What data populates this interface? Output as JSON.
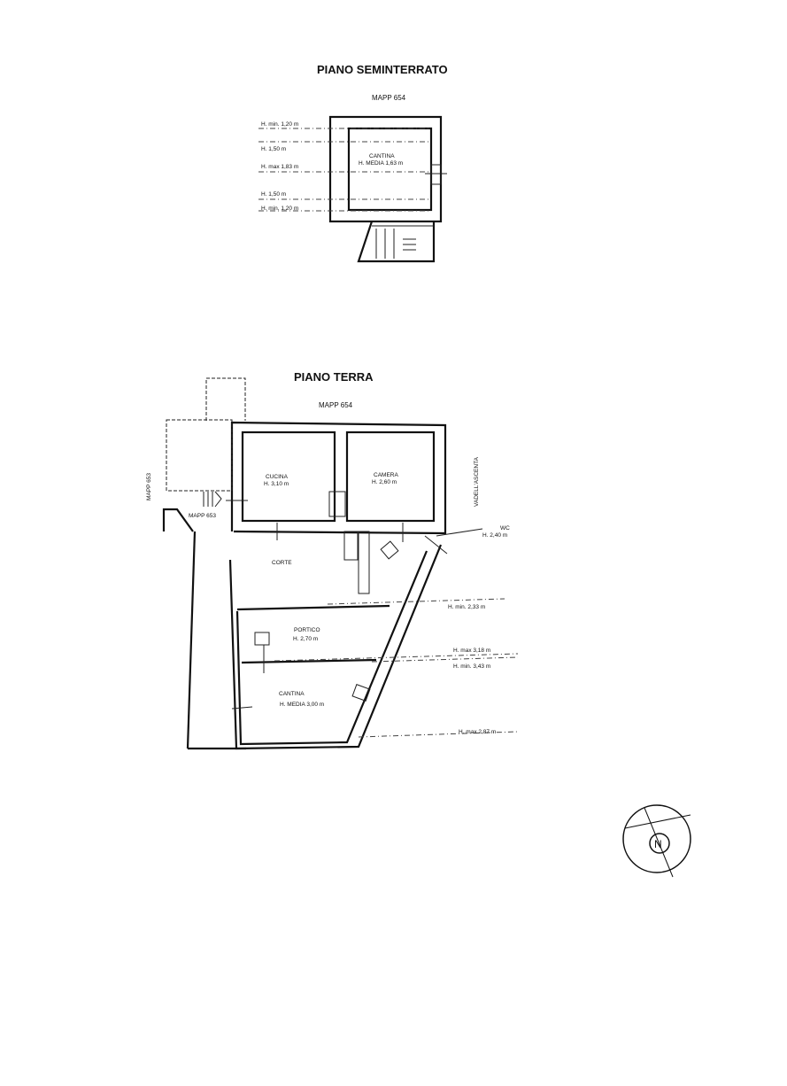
{
  "seminterrato": {
    "title": "PIANO SEMINTERRATO",
    "mapp": "MAPP 654",
    "room": "CANTINA",
    "room_height": "H. MEDIA 1,63 m",
    "levels": [
      "H. min. 1,20 m",
      "H. 1,50 m",
      "H. max 1,83 m",
      "H. 1,50 m",
      "H. min. 1,20 m"
    ]
  },
  "terra": {
    "title": "PIANO TERRA",
    "mapp_top": "MAPP 654",
    "mapp_left": "MAPP 653",
    "mapp_inner": "MAPP 653",
    "street": "VADELL'ASCENTA",
    "rooms": [
      {
        "name": "CUCINA",
        "height": "H. 3,10 m"
      },
      {
        "name": "CAMERA",
        "height": "H. 2,60 m"
      },
      {
        "name": "WC",
        "height": "H. 2,40 m"
      },
      {
        "name": "CORTE",
        "height": ""
      },
      {
        "name": "PORTICO",
        "height": "H. 2,70 m"
      },
      {
        "name": "CANTINA",
        "height": "H. MEDIA 3,00 m"
      }
    ],
    "levels": [
      "H. min. 2,33 m",
      "H. max 3,18 m",
      "H. min. 3,43 m",
      "H. max 2,87 m"
    ]
  },
  "compass": {
    "label": "N"
  }
}
